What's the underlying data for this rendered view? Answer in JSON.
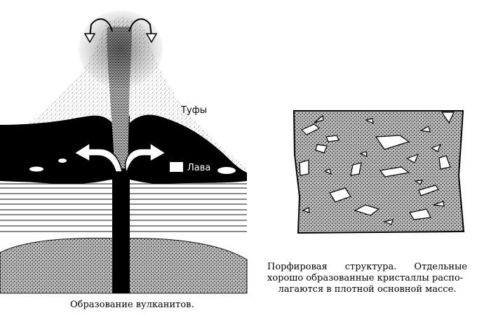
{
  "volcano_diagram": {
    "label_tuffs": "Туфы",
    "label_lava": "Лава",
    "caption": "Образование вулканитов."
  },
  "porphyry_diagram": {
    "caption_line1_parts": [
      "Порфировая",
      "структура.",
      "Отдельные"
    ],
    "caption_line2": "хорошо образованные кристаллы распо-",
    "caption_line3": "лагаются в плотной основной массе."
  },
  "colors": {
    "ink": "#000000",
    "paper": "#ffffff",
    "stipple_dark": "#2a2a2a",
    "stipple_mid": "#6a6a6a"
  }
}
